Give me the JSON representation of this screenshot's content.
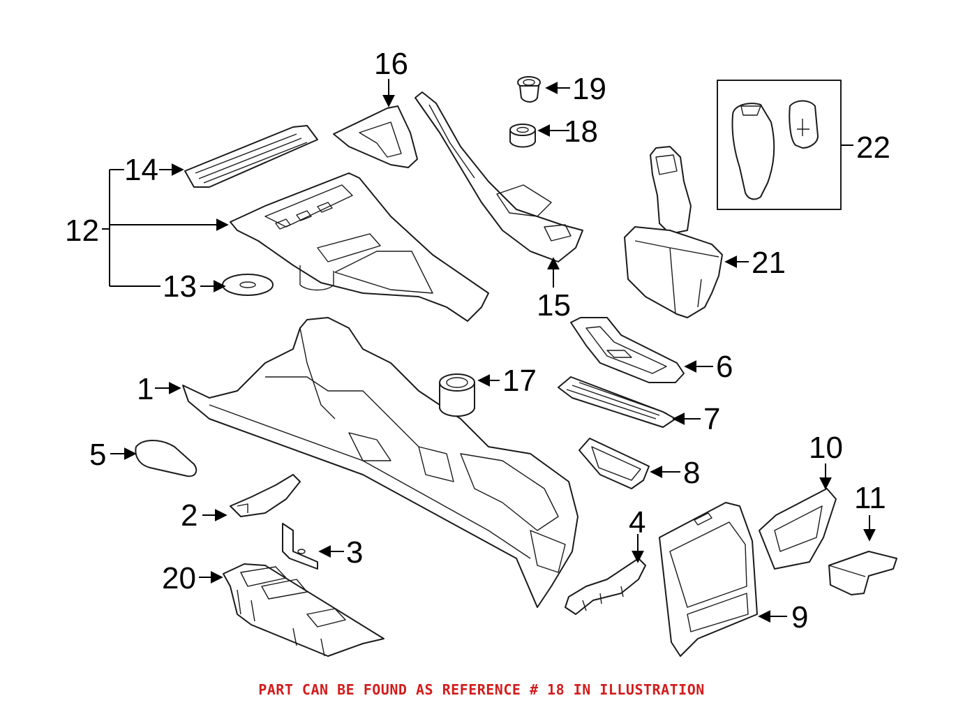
{
  "diagram": {
    "callouts": {
      "c1": "1",
      "c2": "2",
      "c3": "3",
      "c4": "4",
      "c5": "5",
      "c6": "6",
      "c7": "7",
      "c8": "8",
      "c9": "9",
      "c10": "10",
      "c11": "11",
      "c12": "12",
      "c13": "13",
      "c14": "14",
      "c15": "15",
      "c16": "16",
      "c17": "17",
      "c18": "18",
      "c19": "19",
      "c20": "20",
      "c21": "21",
      "c22": "22"
    },
    "footer_note": "PART CAN BE FOUND AS REFERENCE # 18 IN ILLUSTRATION",
    "colors": {
      "line": "#1a1a1a",
      "note": "#d21c1c",
      "background": "#ffffff"
    }
  }
}
